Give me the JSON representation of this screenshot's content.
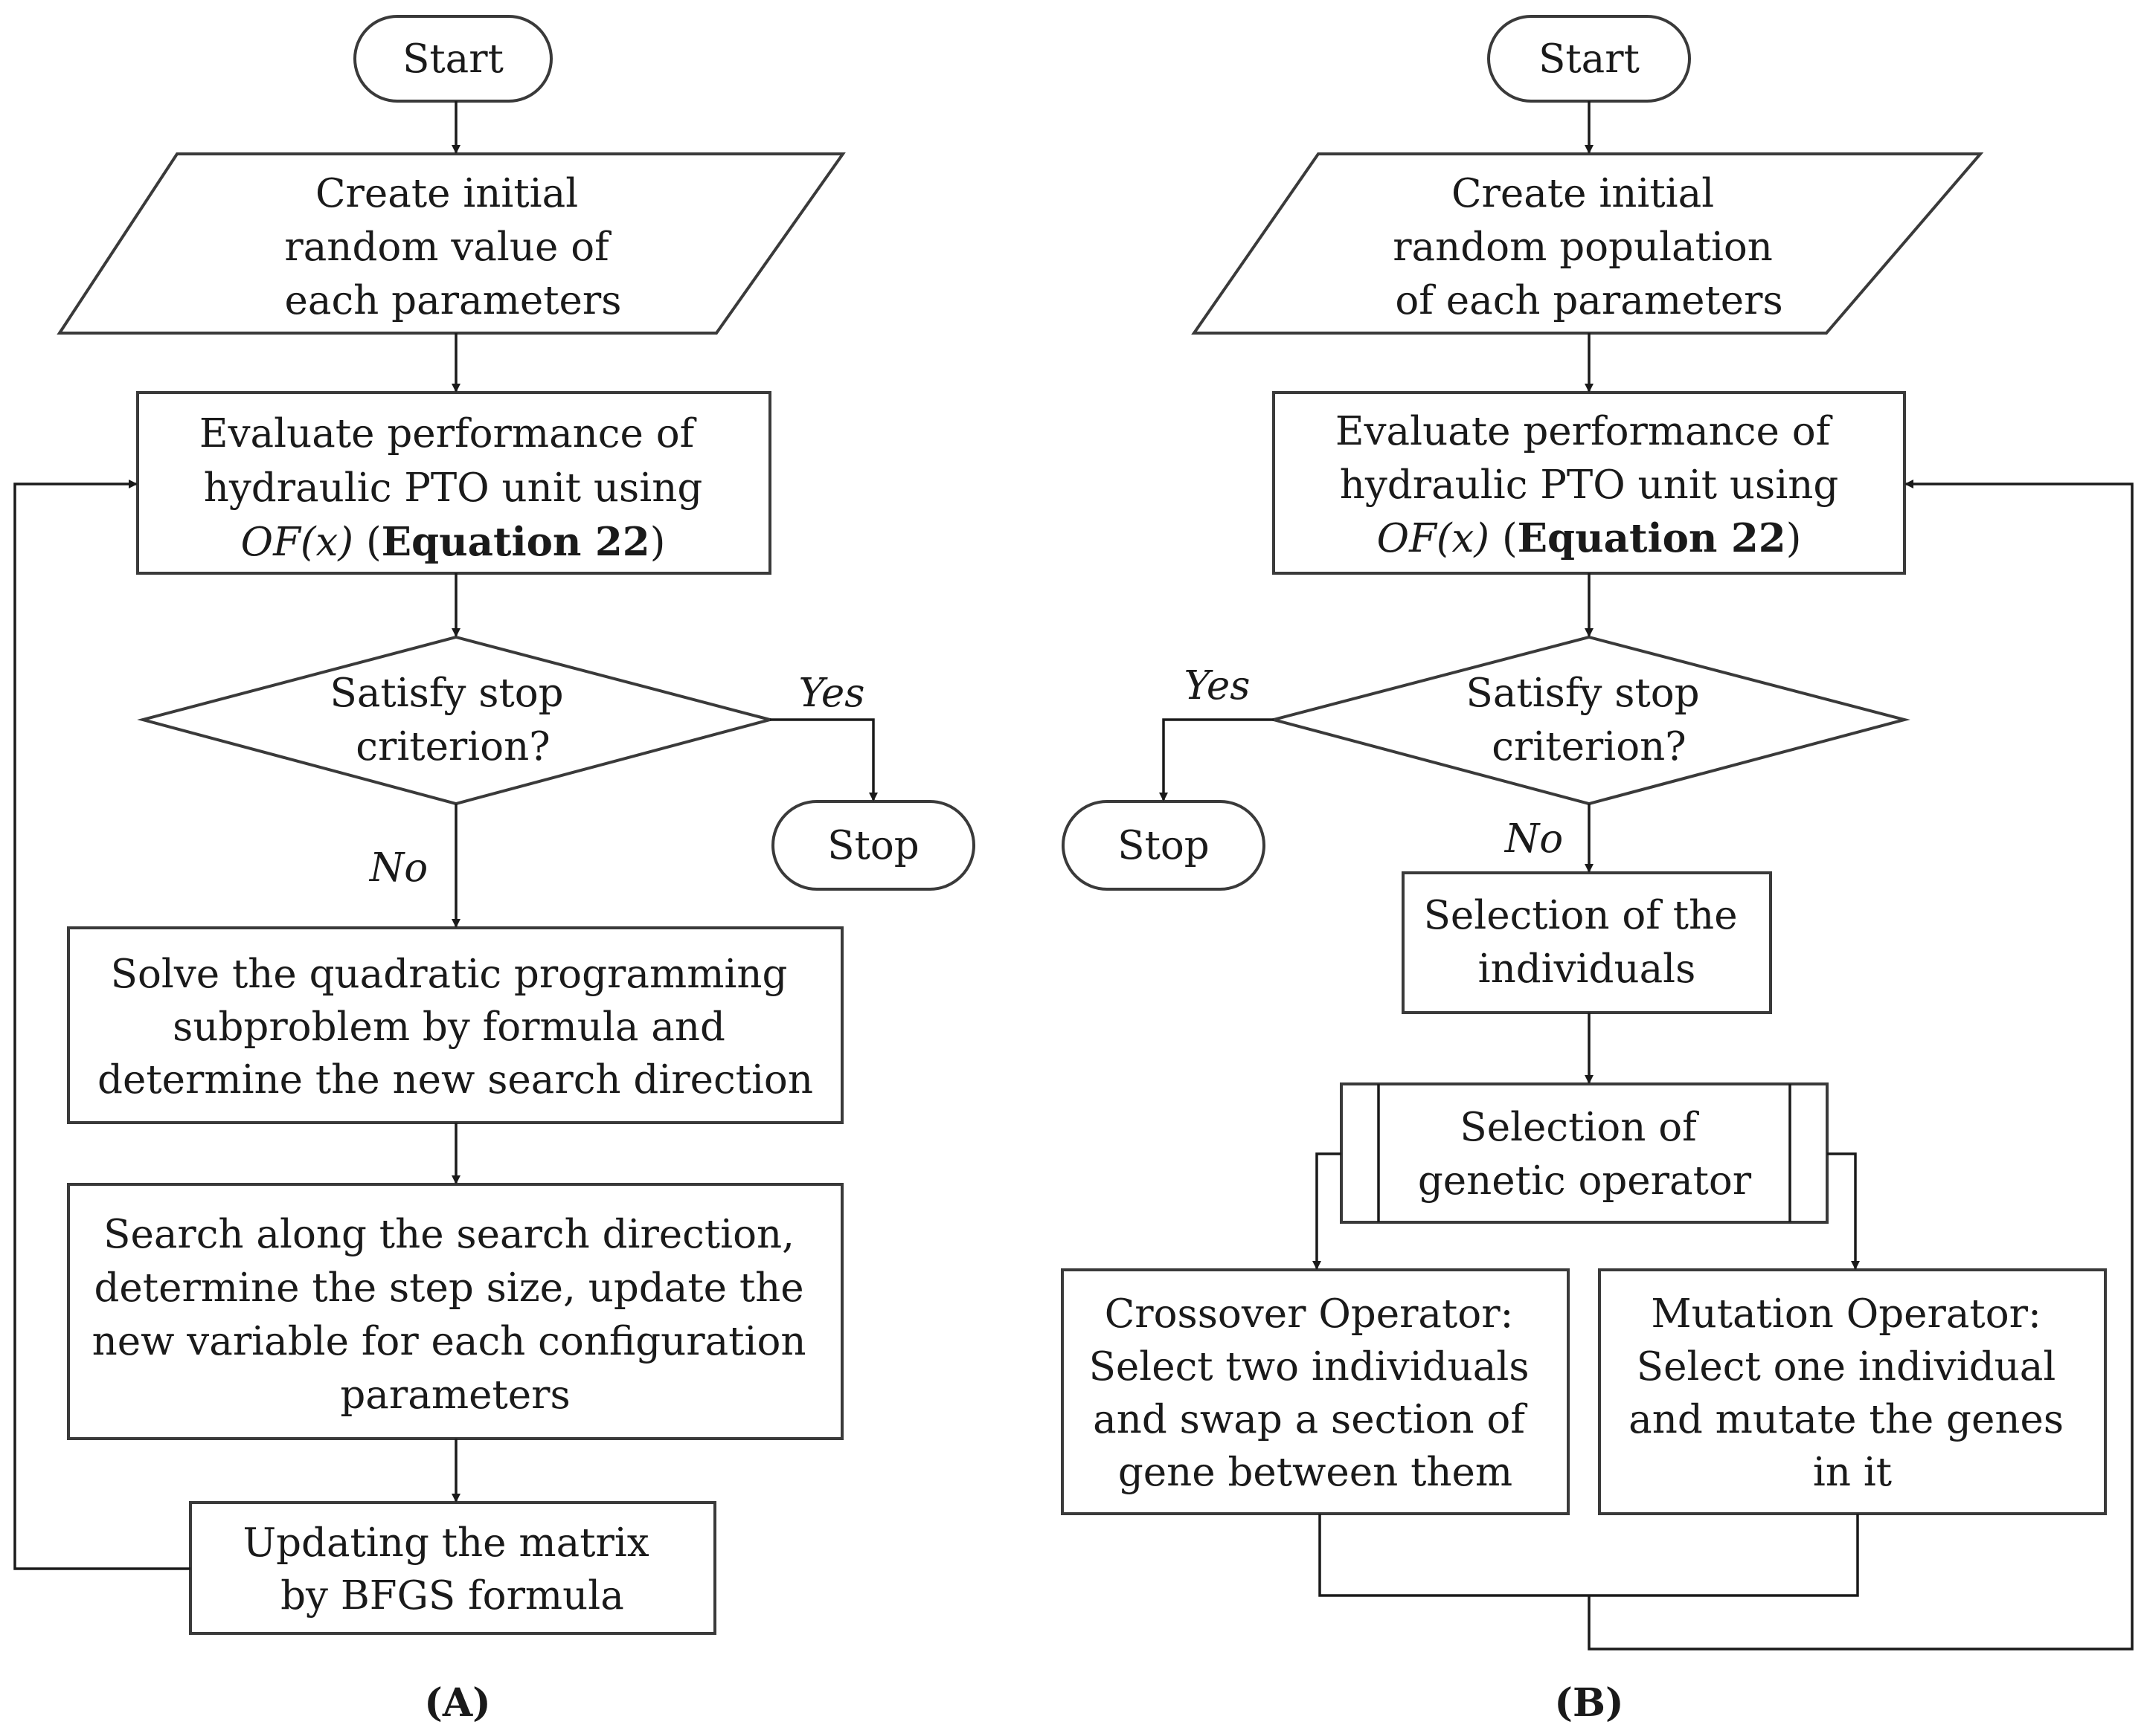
{
  "panel_a": {
    "caption": "(A)",
    "start": "Start",
    "init": [
      "Create initial",
      "random value of",
      "each parameters"
    ],
    "evaluate": {
      "line1": "Evaluate performance of",
      "line2": "hydraulic PTO unit using",
      "of_x": "OF(x)",
      "open": " (",
      "equation": "Equation 22",
      "close": ")"
    },
    "decision": [
      "Satisfy stop",
      "criterion?"
    ],
    "yes": "Yes",
    "no": "No",
    "stop": "Stop",
    "qp": [
      "Solve the quadratic programming",
      "subproblem by formula and",
      "determine the new search direction"
    ],
    "search": [
      "Search along the search direction,",
      "determine the step size, update the",
      "new variable for each configuration",
      "parameters"
    ],
    "bfgs": [
      "Updating the matrix",
      "by BFGS formula"
    ]
  },
  "panel_b": {
    "caption": "(B)",
    "start": "Start",
    "init": [
      "Create initial",
      "random population",
      "of each parameters"
    ],
    "evaluate": {
      "line1": "Evaluate performance of",
      "line2": "hydraulic PTO unit using",
      "of_x": "OF(x)",
      "open": " (",
      "equation": "Equation 22",
      "close": ")"
    },
    "decision": [
      "Satisfy stop",
      "criterion?"
    ],
    "yes": "Yes",
    "no": "No",
    "stop": "Stop",
    "selection": [
      "Selection of the",
      "individuals"
    ],
    "genetic": [
      "Selection of",
      "genetic operator"
    ],
    "crossover": [
      "Crossover Operator:",
      "Select two individuals",
      "and swap a section of",
      "gene between them"
    ],
    "mutation": [
      "Mutation Operator:",
      "Select one individual",
      "and mutate the genes",
      "in it"
    ]
  }
}
